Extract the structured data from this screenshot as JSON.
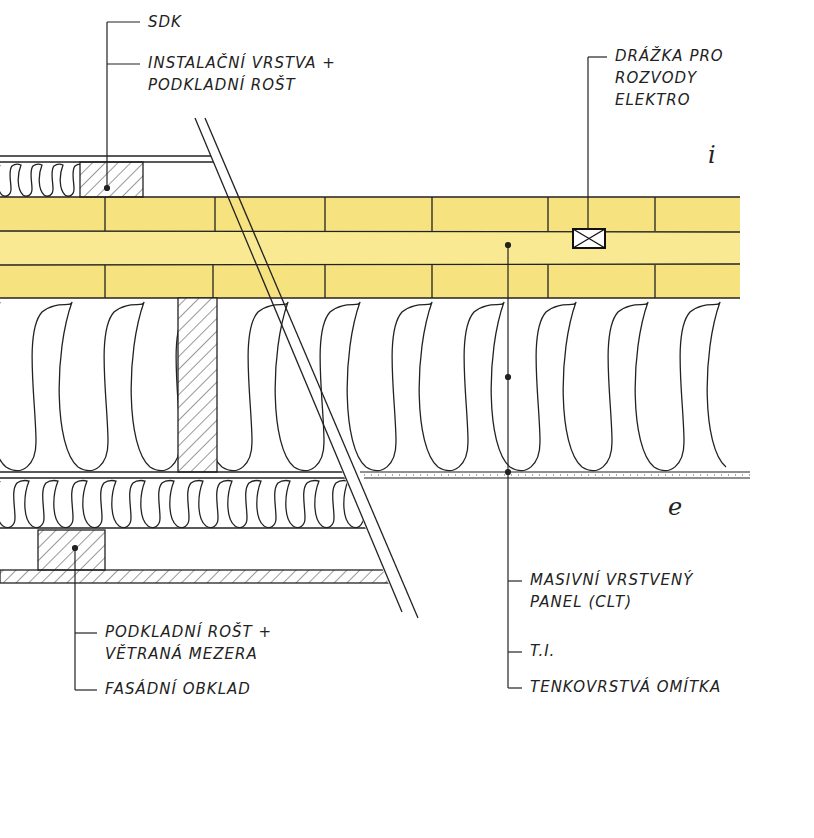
{
  "diagram": {
    "labels": [
      "SDK",
      "INSTALAČNÍ VRSTVA + PODKLADNÍ ROŠT",
      "DRÁŽKA PRO ROZVODY ELEKTRO",
      "i",
      "e",
      "MASIVNÍ VRSTVENÝ PANEL (CLT)",
      "T.I.",
      "TENKOVRSTVÁ OMÍTKA",
      "PODKLADNÍ ROŠT + VĚTRANÁ MEZERA",
      "FASÁDNÍ OBKLAD"
    ]
  }
}
